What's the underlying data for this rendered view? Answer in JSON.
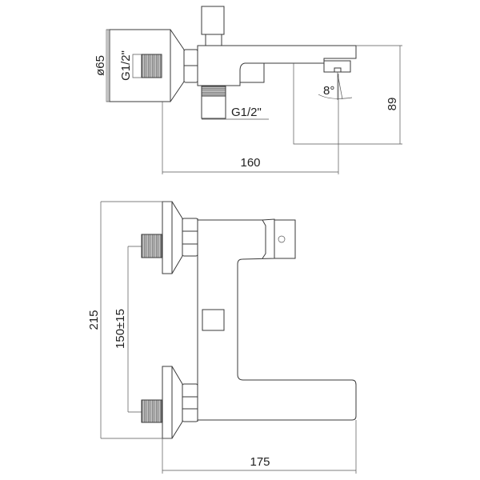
{
  "title": "Bath mixer technical drawing",
  "side_view": {
    "flange_diameter": "ø65",
    "inlet_thread": "G1/2\"",
    "outlet_thread": "G1/2\"",
    "spout_angle": "8°",
    "height": "89",
    "depth": "160"
  },
  "front_view": {
    "total_height": "215",
    "inlet_spacing": "150±15",
    "width": "175"
  },
  "colors": {
    "line": "#3a3a3a",
    "thread": "#8a8a8a"
  }
}
